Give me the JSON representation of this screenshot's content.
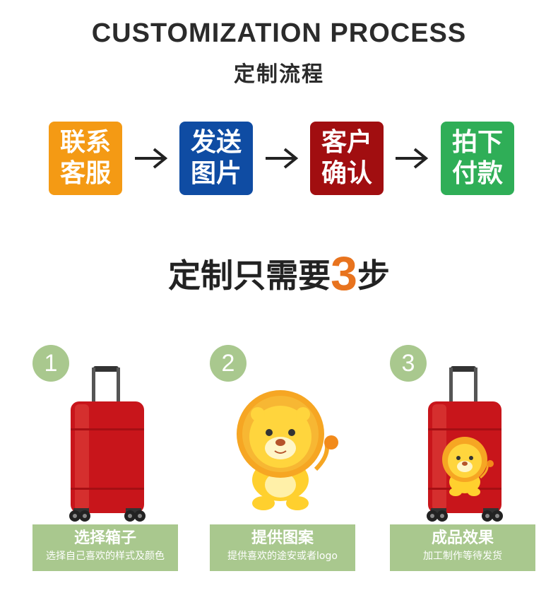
{
  "header": {
    "title_en": "CUSTOMIZATION PROCESS",
    "title_cn": "定制流程"
  },
  "process": [
    {
      "line1": "联系",
      "line2": "客服",
      "color": "#f49a14"
    },
    {
      "line1": "发送",
      "line2": "图片",
      "color": "#0f4ca3"
    },
    {
      "line1": "客户",
      "line2": "确认",
      "color": "#a10e10"
    },
    {
      "line1": "拍下",
      "line2": "付款",
      "color": "#2fae57"
    }
  ],
  "steps_heading": {
    "prefix": "定制只需要",
    "number": "3",
    "suffix": "步"
  },
  "steps": [
    {
      "number": "1",
      "title": "选择箱子",
      "desc": "选择自己喜欢的样式及颜色",
      "icon": "red-suitcase-icon"
    },
    {
      "number": "2",
      "title": "提供图案",
      "desc": "提供喜欢的途安或者logo",
      "icon": "lion-cartoon-icon"
    },
    {
      "number": "3",
      "title": "成品效果",
      "desc": "加工制作等待发货",
      "icon": "suitcase-with-lion-icon"
    }
  ],
  "colors": {
    "accent_green": "#a9c88e",
    "number_orange": "#e8731e",
    "suitcase_red": "#c8151b"
  }
}
